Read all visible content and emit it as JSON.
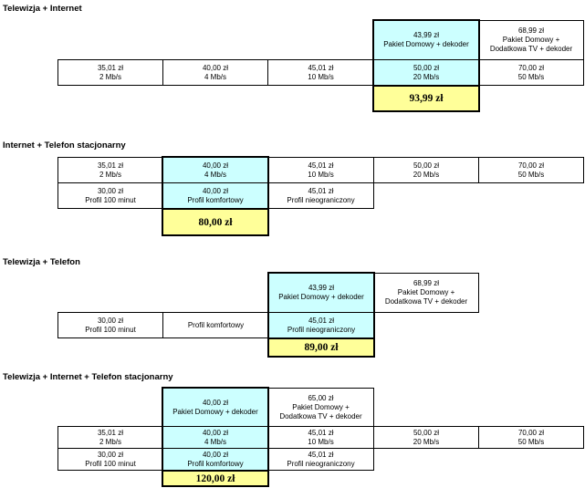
{
  "sections": [
    {
      "title": "Telewizja + Internet",
      "tv": [
        {
          "price": "43,99 zł",
          "name": "Pakiet Domowy + dekoder"
        },
        {
          "price": "68,99 zł",
          "name": "Pakiet Domowy +",
          "name2": "Dodatkowa TV + dekoder"
        }
      ],
      "internet": [
        {
          "price": "35,01 zł",
          "speed": "2 Mb/s"
        },
        {
          "price": "40,00 zł",
          "speed": "4 Mb/s"
        },
        {
          "price": "45,01 zł",
          "speed": "10 Mb/s"
        },
        {
          "price": "50,00 zł",
          "speed": "20 Mb/s"
        },
        {
          "price": "70,00 zł",
          "speed": "50 Mb/s"
        }
      ],
      "total": "93,99 zł"
    },
    {
      "title": "Internet + Telefon stacjonarny",
      "internet": [
        {
          "price": "35,01 zł",
          "speed": "2 Mb/s"
        },
        {
          "price": "40,00 zł",
          "speed": "4 Mb/s"
        },
        {
          "price": "45,01 zł",
          "speed": "10 Mb/s"
        },
        {
          "price": "50,00 zł",
          "speed": "20 Mb/s"
        },
        {
          "price": "70,00 zł",
          "speed": "50 Mb/s"
        }
      ],
      "phone": [
        {
          "price": "30,00 zł",
          "name": "Profil 100 minut"
        },
        {
          "price": "40,00 zł",
          "name": "Profil komfortowy"
        },
        {
          "price": "45,01 zł",
          "name": "Profil nieograniczony"
        }
      ],
      "total": "80,00 zł"
    },
    {
      "title": "Telewizja + Telefon",
      "tv": [
        {
          "price": "43,99 zł",
          "name": "Pakiet Domowy + dekoder"
        },
        {
          "price": "68,99 zł",
          "name": "Pakiet Domowy +",
          "name2": "Dodatkowa TV + dekoder"
        }
      ],
      "phone": [
        {
          "price": "30,00 zł",
          "name": "Profil 100 minut"
        },
        {
          "price": "",
          "name": "Profil komfortowy"
        },
        {
          "price": "45,01 zł",
          "name": "Profil nieograniczony"
        }
      ],
      "total": "89,00 zł"
    },
    {
      "title": "Telewizja + Internet + Telefon stacjonarny",
      "tv": [
        {
          "price": "40,00 zł",
          "name": "Pakiet Domowy + dekoder"
        },
        {
          "price": "65,00 zł",
          "name": "Pakiet Domowy +",
          "name2": "Dodatkowa TV + dekoder"
        }
      ],
      "internet": [
        {
          "price": "35,01 zł",
          "speed": "2 Mb/s"
        },
        {
          "price": "40,00 zł",
          "speed": "4 Mb/s"
        },
        {
          "price": "45,01 zł",
          "speed": "10 Mb/s"
        },
        {
          "price": "50,00 zł",
          "speed": "20 Mb/s"
        },
        {
          "price": "70,00 zł",
          "speed": "50 Mb/s"
        }
      ],
      "phone": [
        {
          "price": "30,00 zł",
          "name": "Profil 100 minut"
        },
        {
          "price": "40,00 zł",
          "name": "Profil komfortowy"
        },
        {
          "price": "45,01 zł",
          "name": "Profil nieograniczony"
        }
      ],
      "total": "120,00 zł"
    }
  ]
}
